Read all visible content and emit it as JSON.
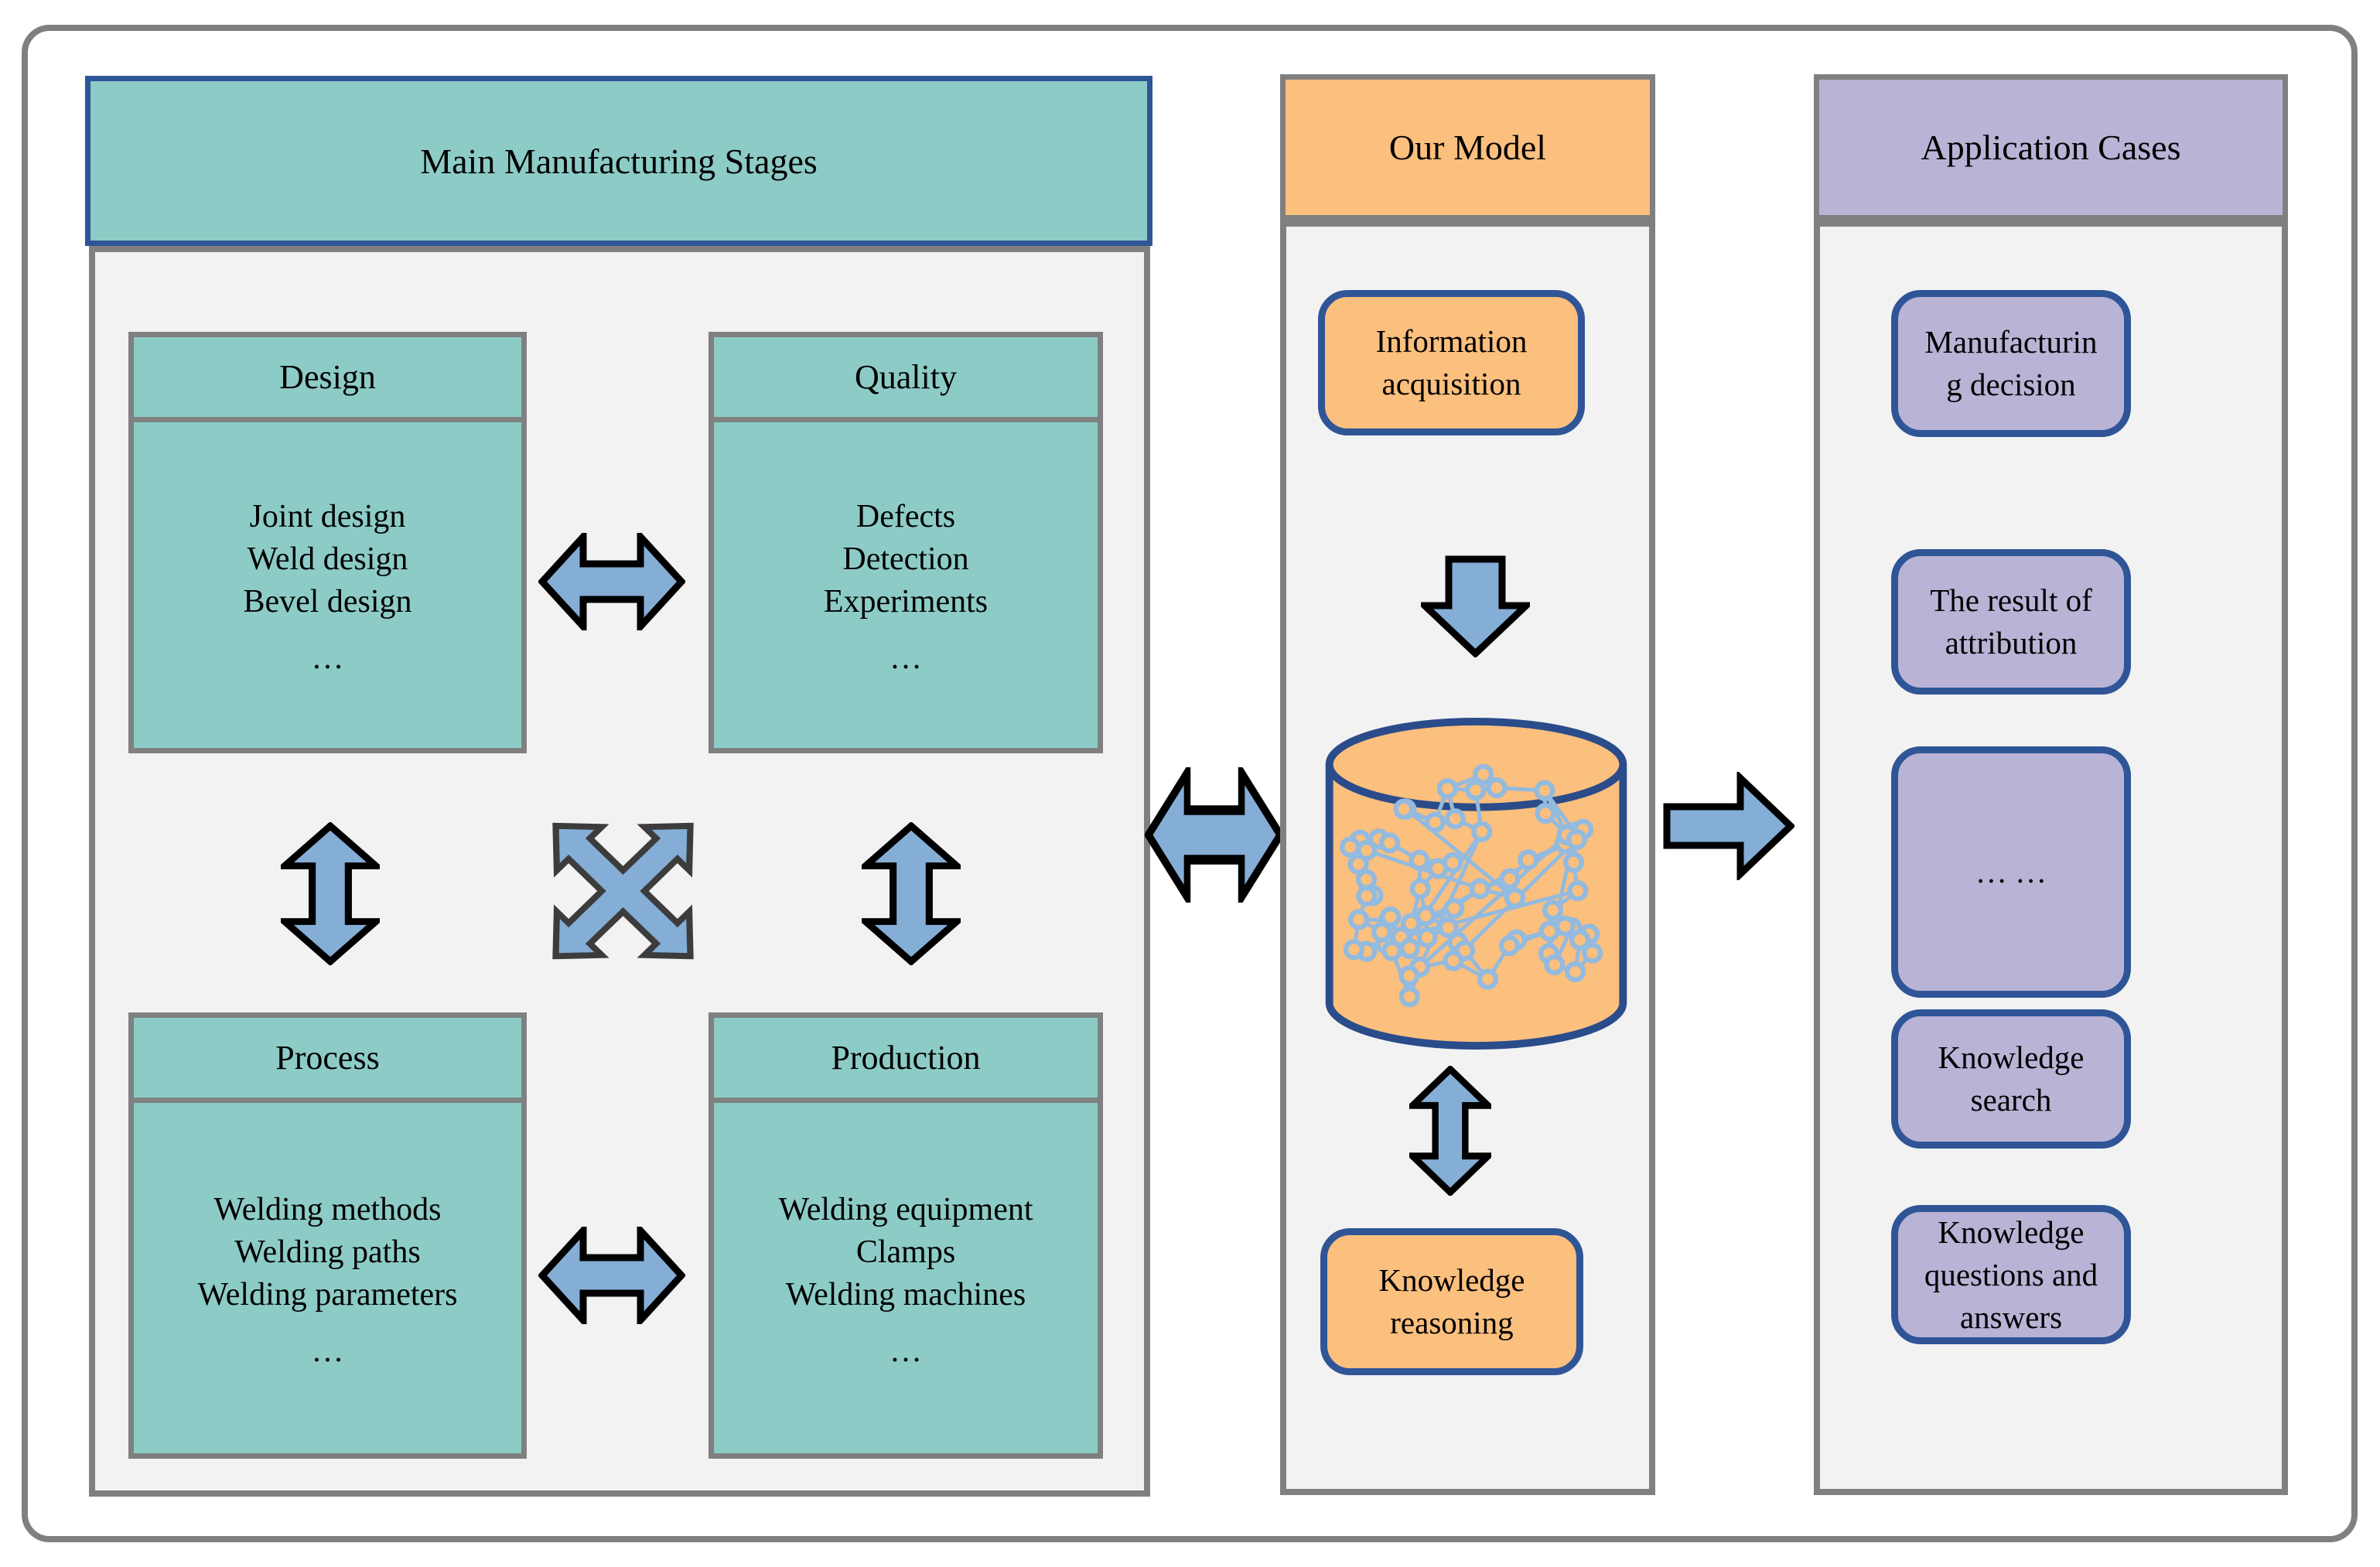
{
  "left_panel": {
    "title": "Main Manufacturing Stages",
    "stages": [
      {
        "name": "Design",
        "items": [
          "Joint design",
          "Weld design",
          "Bevel design"
        ],
        "more": "…"
      },
      {
        "name": "Quality",
        "items": [
          "Defects",
          "Detection",
          "Experiments"
        ],
        "more": "…"
      },
      {
        "name": "Process",
        "items": [
          "Welding methods",
          "Welding paths",
          "Welding parameters"
        ],
        "more": "…"
      },
      {
        "name": "Production",
        "items": [
          "Welding equipment",
          "Clamps",
          "Welding machines"
        ],
        "more": "…"
      }
    ]
  },
  "middle_panel": {
    "title": "Our Model",
    "top_box": {
      "lines": [
        "Information",
        "acquisition"
      ]
    },
    "bottom_box": {
      "lines": [
        "Knowledge",
        "reasoning"
      ]
    }
  },
  "right_panel": {
    "title": "Application Cases",
    "cases": [
      {
        "lines": [
          "Manufacturin",
          "g decision"
        ]
      },
      {
        "lines": [
          "The result of",
          "attribution"
        ]
      },
      {
        "lines": [
          "… …"
        ]
      },
      {
        "lines": [
          "Knowledge",
          "search"
        ]
      },
      {
        "lines": [
          "Knowledge",
          "questions and",
          "answers"
        ]
      }
    ]
  },
  "icons": {
    "horizontal_double_arrow": "left-right-double-block-arrow",
    "vertical_double_arrow": "up-down-double-block-arrow",
    "four_way_arrow": "four-way-diagonal-double-arrow",
    "down_arrow": "down-block-arrow",
    "right_arrow": "right-block-arrow",
    "knowledge_graph": "database-cylinder-with-network-graph"
  },
  "colors": {
    "stage_fill": "#8dccc6",
    "model_fill": "#fbbf7e",
    "application_fill": "#b9b3d6",
    "accent_border": "#2f5597",
    "panel_border": "#808080",
    "panel_background": "#f2f2f2",
    "arrow_fill": "#85aed6",
    "arrow_outline": "#000000",
    "four_way_arrow_outline": "#3c3c3c",
    "graph_node_stroke": "#93badf",
    "cylinder_border": "#2b4c8a"
  }
}
